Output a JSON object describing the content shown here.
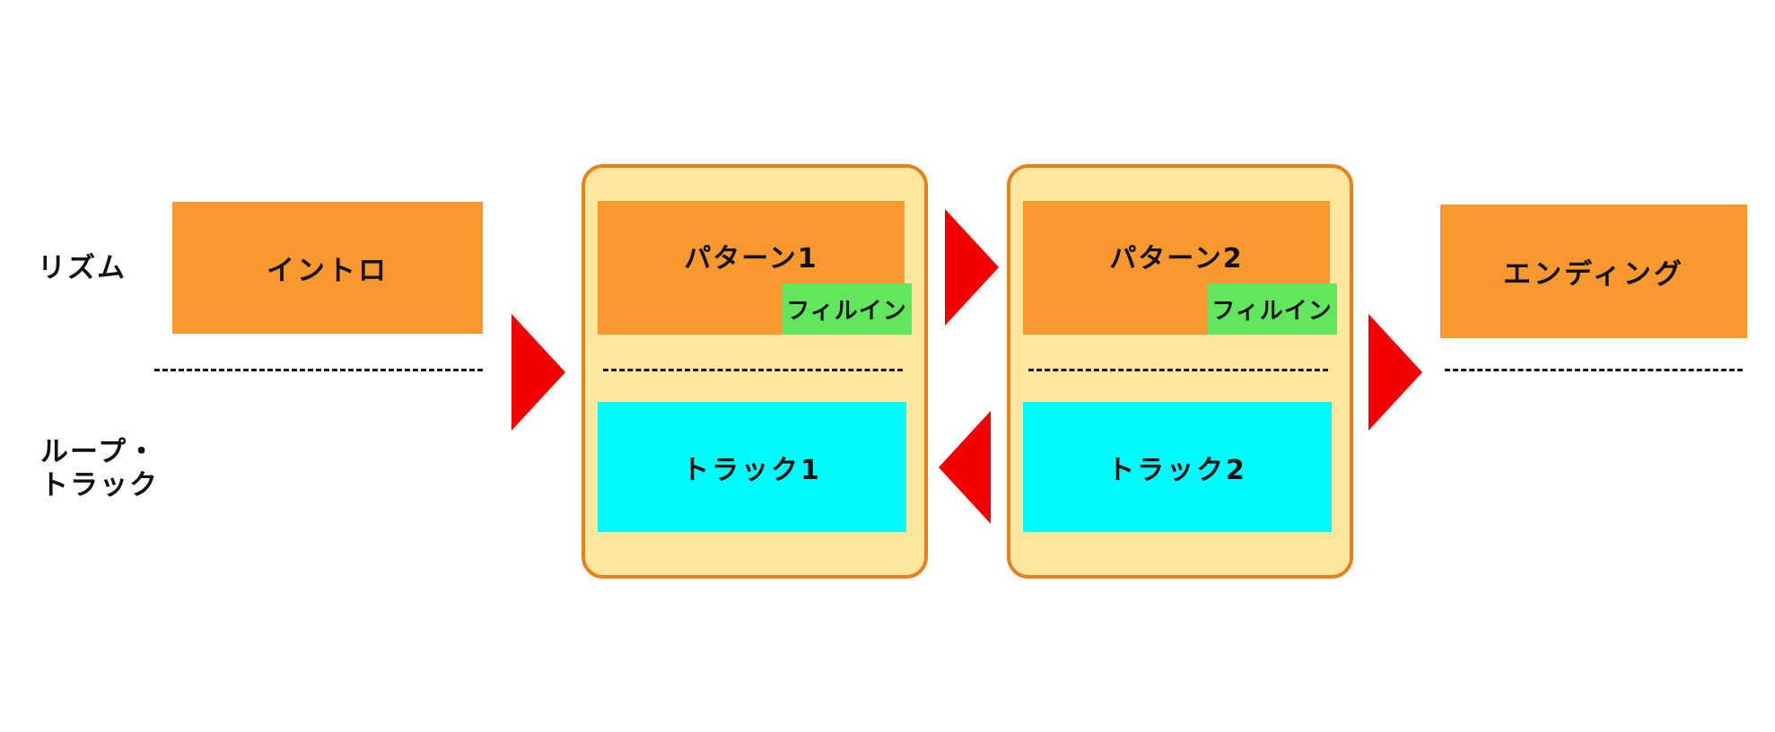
{
  "row_labels": {
    "rhythm": "リズム",
    "loop_track": [
      "ループ・",
      "トラック"
    ]
  },
  "blocks": {
    "intro": "イントロ",
    "ending": "エンディング"
  },
  "cards": [
    {
      "pattern": "パターン1",
      "fill_in": "フィルイン",
      "track": "トラック1"
    },
    {
      "pattern": "パターン2",
      "fill_in": "フィルイン",
      "track": "トラック2"
    }
  ],
  "colors": {
    "block_orange": "#F9982F",
    "card_background": "#FDE79E",
    "card_border": "#E8801E",
    "fill_in_green": "#62E65E",
    "track_cyan": "#00FBFB",
    "arrow_red": "#F50000",
    "dash_black": "#1A1A1A",
    "text": "#111111",
    "background": "#FFFFFF"
  }
}
